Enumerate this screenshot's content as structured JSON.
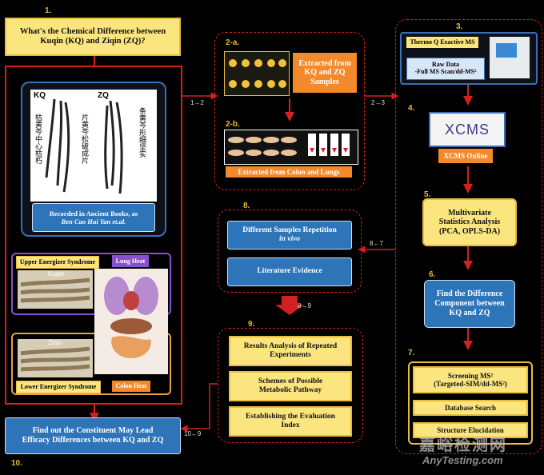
{
  "steps": {
    "s1": "1.",
    "s2a": "2-a.",
    "s2b": "2-b.",
    "s3": "3.",
    "s4": "4.",
    "s5": "5.",
    "s6": "6.",
    "s7": "7.",
    "s8": "8.",
    "s9": "9.",
    "s10": "10."
  },
  "box1": {
    "line1": "What's the Chemical Difference between",
    "line2": "Kuqin (KQ) and Ziqin (ZQ)?"
  },
  "herb_panel": {
    "kq": "KQ",
    "zq": "ZQ",
    "chinese_1": "枯黄芩中心枯朽",
    "chinese_2": "片黄芩松破成片",
    "chinese_3": "条黄芩形细坚实",
    "recorded_line1": "Recorded in Ancient Books, as",
    "recorded_line2": "Ben Cao Hui Yan et.al."
  },
  "syndrome": {
    "upper": "Upper Energizer Syndrome",
    "lung": "Lung Heat",
    "kuqin_label": "Kuqin",
    "ziqin_label": "Ziqin",
    "lower": "Lower Energizer Syndrome",
    "colon": "Colon Heat"
  },
  "box2a": {
    "line1": "Extracted from",
    "line2": "KQ and ZQ",
    "line3": "Samples"
  },
  "box2b": {
    "text": "Extracted from Colon and Lungs"
  },
  "box3": {
    "instrument": "Thermo Q Exactive MS",
    "raw1": "Raw Data",
    "raw2": "-Full MS Scan/dd-MS²"
  },
  "box4": {
    "logo": "XCMS",
    "label": "XCMS Online"
  },
  "box5": {
    "line1": "Multivariate",
    "line2": "Statistics Analysis",
    "line3": "(PCA, OPLS-DA)"
  },
  "box6": {
    "line1": "Find the Difference",
    "line2": "Component between",
    "line3": "KQ and ZQ"
  },
  "box7": {
    "screen1": "Screening MS²",
    "screen2": "(Targeted-SIM/dd-MS²)",
    "db": "Database Search",
    "struct": "Structure Elucidation"
  },
  "box8": {
    "rep1": "Different Samples Repetition",
    "rep2": "in vivo",
    "lit": "Literature Evidence"
  },
  "box9": {
    "r1a": "Results Analysis of Repeated",
    "r1b": "Experiments",
    "r2a": "Schemes of Possible",
    "r2b": "Metabolic Pathway",
    "r3a": "Establishing the  Evaluation",
    "r3b": "Index"
  },
  "box10": {
    "line1": "Find out the Constituent May Lead",
    "line2": "Efficacy Differences between KQ and ZQ"
  },
  "arrows": {
    "a12": "1→2",
    "a23": "2→3",
    "a87": "8←7",
    "a89": "8→9",
    "a109": "10←9"
  },
  "watermark": {
    "cn": "嘉峪检测网",
    "en": "AnyTesting.com"
  },
  "colors": {
    "red": "#d42020",
    "yellow": "#fbe57f",
    "gold": "#e8bb3a",
    "blue": "#2d74b9",
    "orange": "#f28a2c"
  }
}
